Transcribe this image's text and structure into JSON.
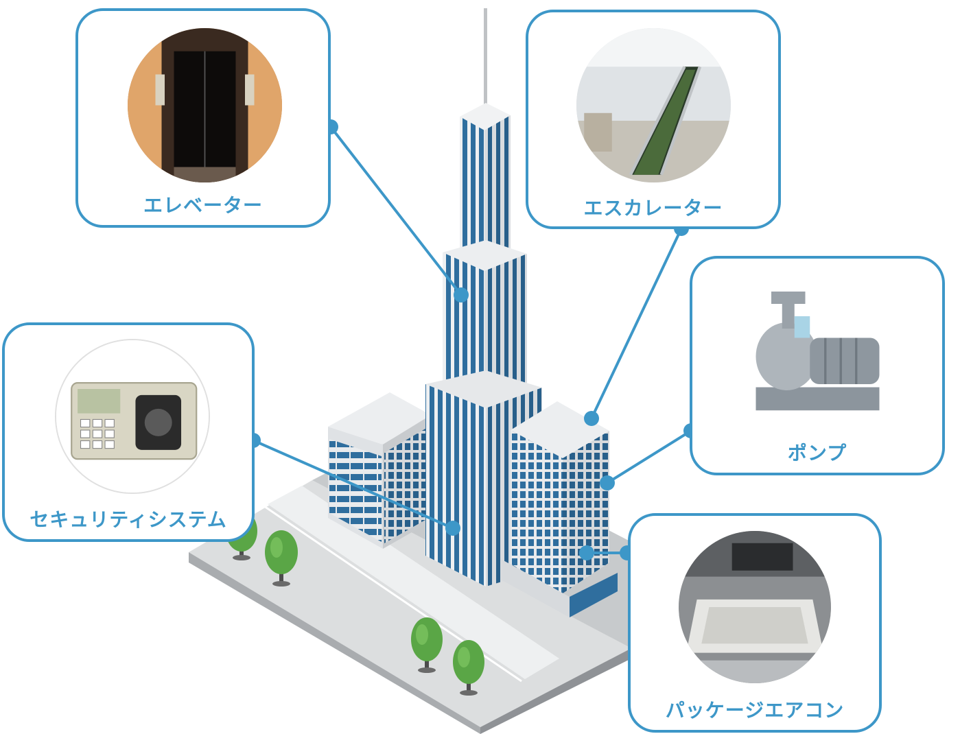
{
  "equipment": {
    "elevator": {
      "label": "エレベーター",
      "photo_icon": "elevator-photo"
    },
    "escalator": {
      "label": "エスカレーター",
      "photo_icon": "escalator-photo"
    },
    "pump": {
      "label": "ポンプ",
      "photo_icon": "pump-photo"
    },
    "security": {
      "label": "セキュリティシステム",
      "photo_icon": "security-terminal-photo"
    },
    "aircon": {
      "label": "パッケージエアコン",
      "photo_icon": "ceiling-air-conditioner-photo"
    }
  },
  "colors": {
    "accent": "#3d97c8",
    "window_blue": "#2f6e9e",
    "building_light": "#e6e8ea",
    "building_mid": "#c6c9cc",
    "ground": "#d2d4d6",
    "tree_green": "#5aa646"
  }
}
